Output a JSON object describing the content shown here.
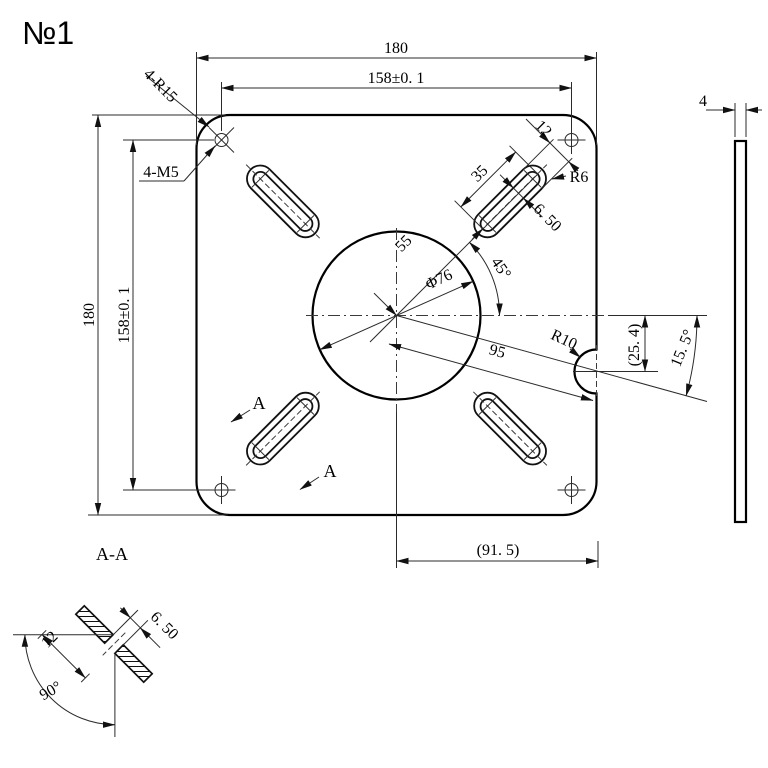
{
  "drawing": {
    "sheet_no": "№1",
    "section_title": "A-A",
    "section_mark": "A",
    "dims": {
      "overall_width": "180",
      "hole_spacing_h": "158±0. 1",
      "overall_height": "180",
      "hole_spacing_v": "158±0. 1",
      "corner_radius": "4-R15",
      "corner_holes": "4-M5",
      "slot_boss_width": "12",
      "slot_length": "35",
      "slot_end_radius": "R6",
      "slot_width": "6. 50",
      "center_to_slot": "55",
      "center_circle_dia": "Φ76",
      "slot_angle": "45°",
      "center_to_notch": "95",
      "notch_radius": "R10",
      "notch_offset_v": "(25. 4)",
      "notch_angle": "15. 5°",
      "notch_offset_h": "(91. 5)",
      "thickness": "4",
      "sec_slot_width": "6. 50",
      "sec_depth": "12",
      "sec_angle": "90°"
    },
    "colors": {
      "line": "#000000",
      "background": "#ffffff"
    }
  }
}
